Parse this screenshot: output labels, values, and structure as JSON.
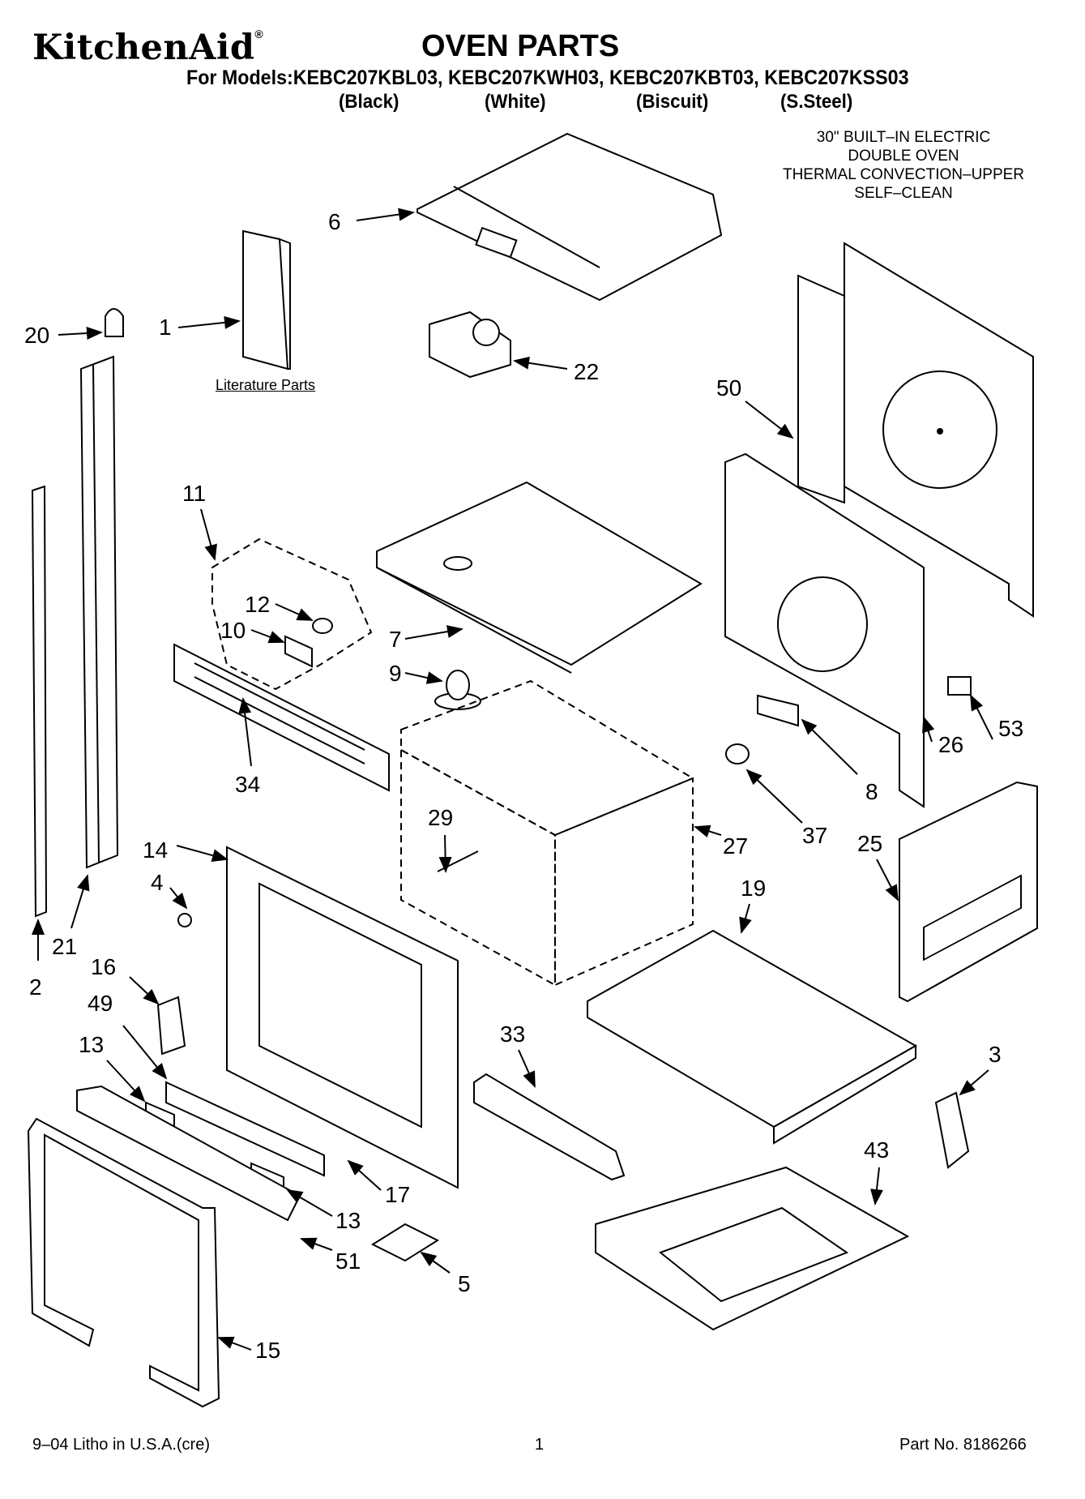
{
  "header": {
    "brand": "KitchenAid",
    "brand_mark": "®",
    "title": "OVEN PARTS",
    "models_line": "For Models:KEBC207KBL03, KEBC207KWH03, KEBC207KBT03, KEBC207KSS03",
    "colors": [
      "(Black)",
      "(White)",
      "(Biscuit)",
      "(S.Steel)"
    ]
  },
  "description": [
    "30\" BUILT–IN ELECTRIC",
    "DOUBLE OVEN",
    "THERMAL CONVECTION–UPPER",
    "SELF–CLEAN"
  ],
  "literature_label": "Literature Parts",
  "callouts": [
    {
      "id": "c6",
      "label": "6"
    },
    {
      "id": "c1",
      "label": "1"
    },
    {
      "id": "c20",
      "label": "20"
    },
    {
      "id": "c22",
      "label": "22"
    },
    {
      "id": "c50",
      "label": "50"
    },
    {
      "id": "c11",
      "label": "11"
    },
    {
      "id": "c12",
      "label": "12"
    },
    {
      "id": "c10",
      "label": "10"
    },
    {
      "id": "c7",
      "label": "7"
    },
    {
      "id": "c9",
      "label": "9"
    },
    {
      "id": "c34",
      "label": "34"
    },
    {
      "id": "c53",
      "label": "53"
    },
    {
      "id": "c26",
      "label": "26"
    },
    {
      "id": "c8",
      "label": "8"
    },
    {
      "id": "c37",
      "label": "37"
    },
    {
      "id": "c25",
      "label": "25"
    },
    {
      "id": "c27",
      "label": "27"
    },
    {
      "id": "c29",
      "label": "29"
    },
    {
      "id": "c14",
      "label": "14"
    },
    {
      "id": "c4",
      "label": "4"
    },
    {
      "id": "c19",
      "label": "19"
    },
    {
      "id": "c21",
      "label": "21"
    },
    {
      "id": "c2",
      "label": "2"
    },
    {
      "id": "c16",
      "label": "16"
    },
    {
      "id": "c49",
      "label": "49"
    },
    {
      "id": "c13a",
      "label": "13"
    },
    {
      "id": "c33",
      "label": "33"
    },
    {
      "id": "c3",
      "label": "3"
    },
    {
      "id": "c43",
      "label": "43"
    },
    {
      "id": "c17",
      "label": "17"
    },
    {
      "id": "c13b",
      "label": "13"
    },
    {
      "id": "c51",
      "label": "51"
    },
    {
      "id": "c5",
      "label": "5"
    },
    {
      "id": "c15",
      "label": "15"
    }
  ],
  "footer": {
    "left": "9–04 Litho in U.S.A.(cre)",
    "center": "1",
    "right": "Part No. 8186266"
  }
}
